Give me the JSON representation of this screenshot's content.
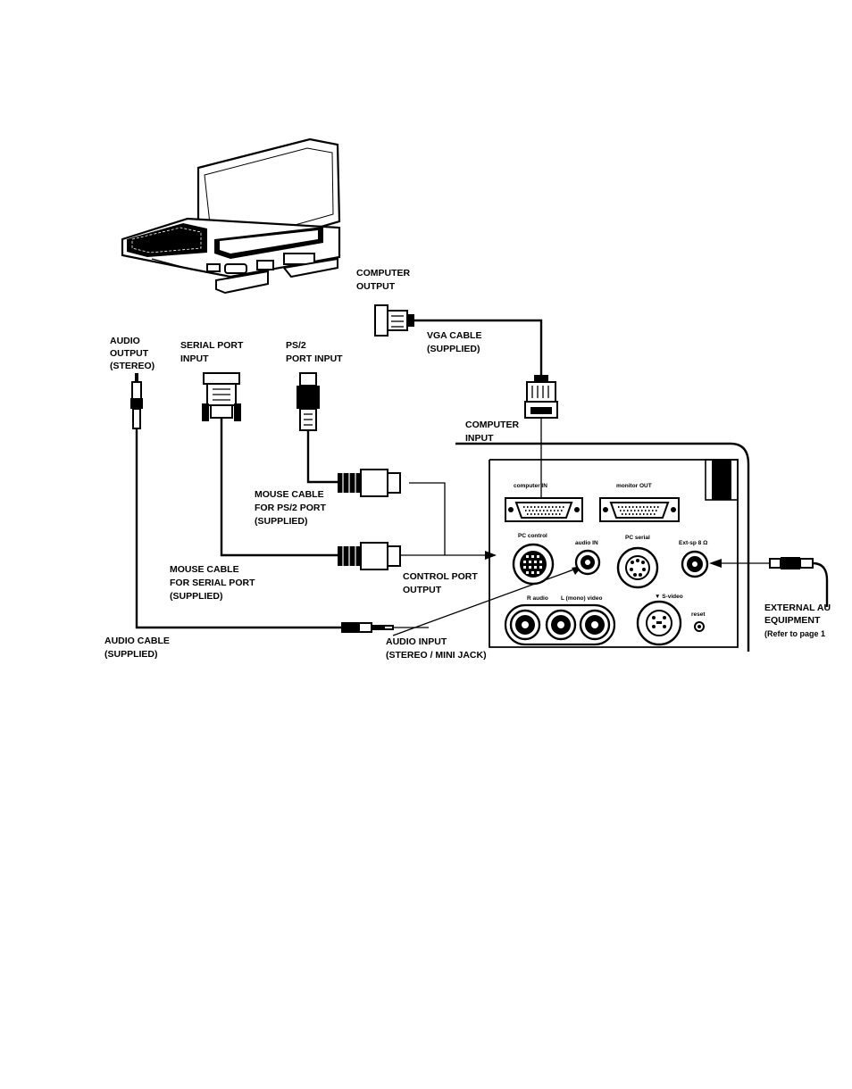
{
  "labels": {
    "computer_output": [
      "COMPUTER",
      "OUTPUT"
    ],
    "vga_cable": [
      "VGA CABLE",
      "(SUPPLIED)"
    ],
    "audio_output": [
      "AUDIO",
      "OUTPUT",
      "(STEREO)"
    ],
    "serial_port_input": [
      "SERIAL PORT",
      "INPUT"
    ],
    "ps2_port_input": [
      "PS/2",
      "PORT INPUT"
    ],
    "computer_input": [
      "COMPUTER",
      "INPUT"
    ],
    "mouse_cable_ps2": [
      "MOUSE CABLE",
      "FOR PS/2 PORT",
      "(SUPPLIED)"
    ],
    "mouse_cable_serial": [
      "MOUSE CABLE",
      "FOR SERIAL PORT",
      "(SUPPLIED)"
    ],
    "control_port_output": [
      "CONTROL PORT",
      "OUTPUT"
    ],
    "audio_cable": [
      "AUDIO CABLE",
      "(SUPPLIED)"
    ],
    "audio_input": [
      "AUDIO INPUT",
      "(STEREO / MINI JACK)"
    ],
    "external_audio": [
      "EXTERNAL AU",
      "EQUIPMENT",
      "(Refer to page 1"
    ]
  },
  "panel_labels": {
    "computer_in": "computer IN",
    "monitor_out": "monitor OUT",
    "pc_control": "PC control",
    "audio_in": "audio IN",
    "pc_serial": "PC serial",
    "ext_sp": "Ext-sp 8 Ω",
    "r_audio": "R audio",
    "l_mono_video": "L (mono) video",
    "s_video": "▼ S-video",
    "reset": "reset"
  }
}
